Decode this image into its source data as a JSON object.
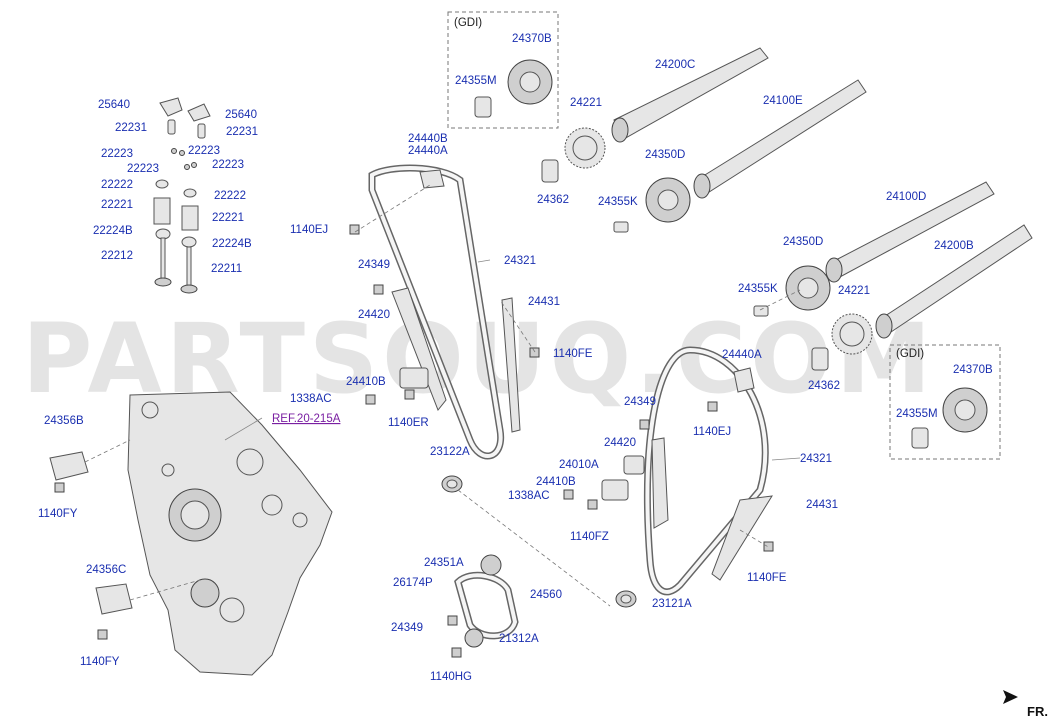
{
  "watermark": "PARTSOUQ.COM",
  "gdi_tags": [
    "(GDI)",
    "(GDI)"
  ],
  "reference": "REF.20-215A",
  "direction": "FR.",
  "labels": {
    "l_25640_a": "25640",
    "l_25640_b": "25640",
    "l_22231_a": "22231",
    "l_22231_b": "22231",
    "l_22223_a": "22223",
    "l_22223_b": "22223",
    "l_22223_c": "22223",
    "l_22223_d": "22223",
    "l_22222_a": "22222",
    "l_22222_b": "22222",
    "l_22221_a": "22221",
    "l_22221_b": "22221",
    "l_22224B_a": "22224B",
    "l_22224B_b": "22224B",
    "l_22212": "22212",
    "l_22211": "22211",
    "l_24370B_a": "24370B",
    "l_24355M_a": "24355M",
    "l_24200C": "24200C",
    "l_24221_a": "24221",
    "l_24100E": "24100E",
    "l_24440B": "24440B",
    "l_24440A_a": "24440A",
    "l_24350D_a": "24350D",
    "l_24362_a": "24362",
    "l_24355K_a": "24355K",
    "l_1140EJ_a": "1140EJ",
    "l_24321_a": "24321",
    "l_24349_a": "24349",
    "l_24100D": "24100D",
    "l_24350D_b": "24350D",
    "l_24200B": "24200B",
    "l_24431_a": "24431",
    "l_24420_a": "24420",
    "l_24355K_b": "24355K",
    "l_24221_b": "24221",
    "l_1140FE_a": "1140FE",
    "l_24410B_a": "24410B",
    "l_1338AC_a": "1338AC",
    "l_1140ER": "1140ER",
    "l_24440A_b": "24440A",
    "l_24362_b": "24362",
    "l_24370B_b": "24370B",
    "l_24355M_b": "24355M",
    "l_24356B": "24356B",
    "l_24349_b": "24349",
    "l_1140EJ_b": "1140EJ",
    "l_23122A": "23122A",
    "l_24420_b": "24420",
    "l_24321_b": "24321",
    "l_24010A": "24010A",
    "l_24410B_b": "24410B",
    "l_1338AC_b": "1338AC",
    "l_24431_b": "24431",
    "l_1140FY_a": "1140FY",
    "l_1140FZ": "1140FZ",
    "l_24356C": "24356C",
    "l_24351A": "24351A",
    "l_26174P": "26174P",
    "l_24560": "24560",
    "l_23121A": "23121A",
    "l_1140FE_b": "1140FE",
    "l_24349_c": "24349",
    "l_21312A": "21312A",
    "l_1140FY_b": "1140FY",
    "l_1140HG": "1140HG"
  }
}
